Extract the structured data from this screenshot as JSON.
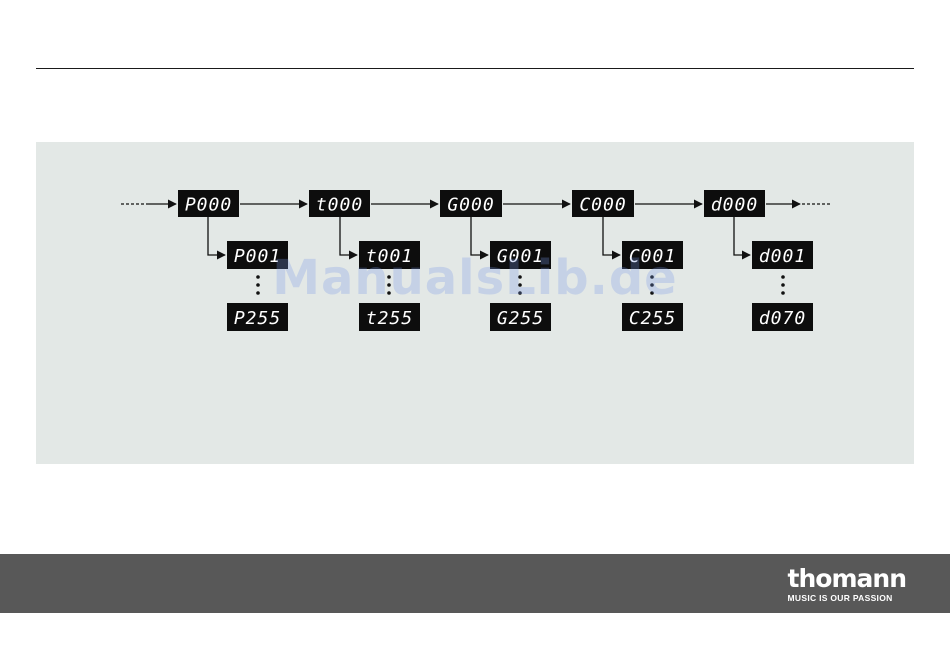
{
  "diagram": {
    "main_codes": [
      "P000",
      "t000",
      "G000",
      "C000",
      "d000"
    ],
    "first_codes": [
      "P001",
      "t001",
      "G001",
      "C001",
      "d001"
    ],
    "last_codes": [
      "P255",
      "t255",
      "G255",
      "C255",
      "d070"
    ]
  },
  "watermark": "ManualsLib.de",
  "footer": {
    "brand": "thomann",
    "tagline": "MUSIC IS OUR PASSION"
  },
  "colors": {
    "panel": "#e3e8e6",
    "display": "#0d0d0d",
    "footer": "#585858"
  }
}
